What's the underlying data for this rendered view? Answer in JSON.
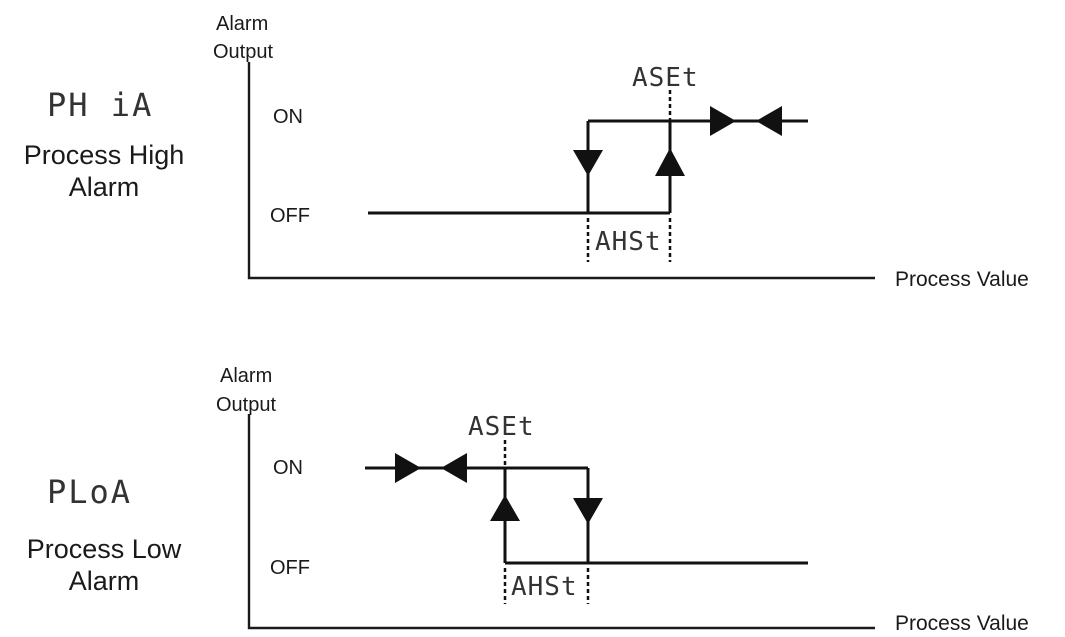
{
  "high_alarm": {
    "code": "PH iA",
    "title_line1": "Process High",
    "title_line2": "Alarm",
    "axis_y_line1": "Alarm",
    "axis_y_line2": "Output",
    "axis_x": "Process Value",
    "state_on": "ON",
    "state_off": "OFF",
    "setpoint_label": "ASEt",
    "hysteresis_label": "AHSt"
  },
  "low_alarm": {
    "code": "PLoA",
    "title_line1": "Process Low",
    "title_line2": "Alarm",
    "axis_y_line1": "Alarm",
    "axis_y_line2": "Output",
    "axis_x": "Process Value",
    "state_on": "ON",
    "state_off": "OFF",
    "setpoint_label": "ASEt",
    "hysteresis_label": "AHSt"
  }
}
